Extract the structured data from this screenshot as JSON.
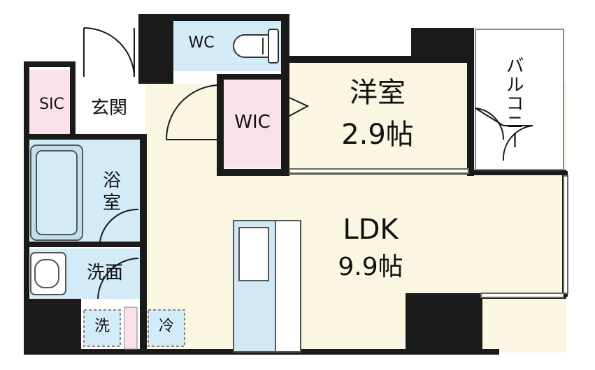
{
  "rooms": {
    "wc": "WC",
    "sic": "SIC",
    "genkan": "玄関",
    "wic": "WIC",
    "yoshitsu_name": "洋室",
    "yoshitsu_size": "2.9帖",
    "balcony": "バルコニー",
    "yokushitsu_top": "浴",
    "yokushitsu_bottom": "室",
    "senmen": "洗面",
    "ldk_name": "LDK",
    "ldk_size": "9.9帖",
    "washer": "洗",
    "fridge": "冷"
  },
  "colors": {
    "wall": "#1a1a1a",
    "ldk_floor": "#fbf6e2",
    "wet_area": "#d2ebf6",
    "closet": "#f9e1ec",
    "genkan_floor": "#ffffff",
    "kitchen": "#cfe8f3"
  }
}
